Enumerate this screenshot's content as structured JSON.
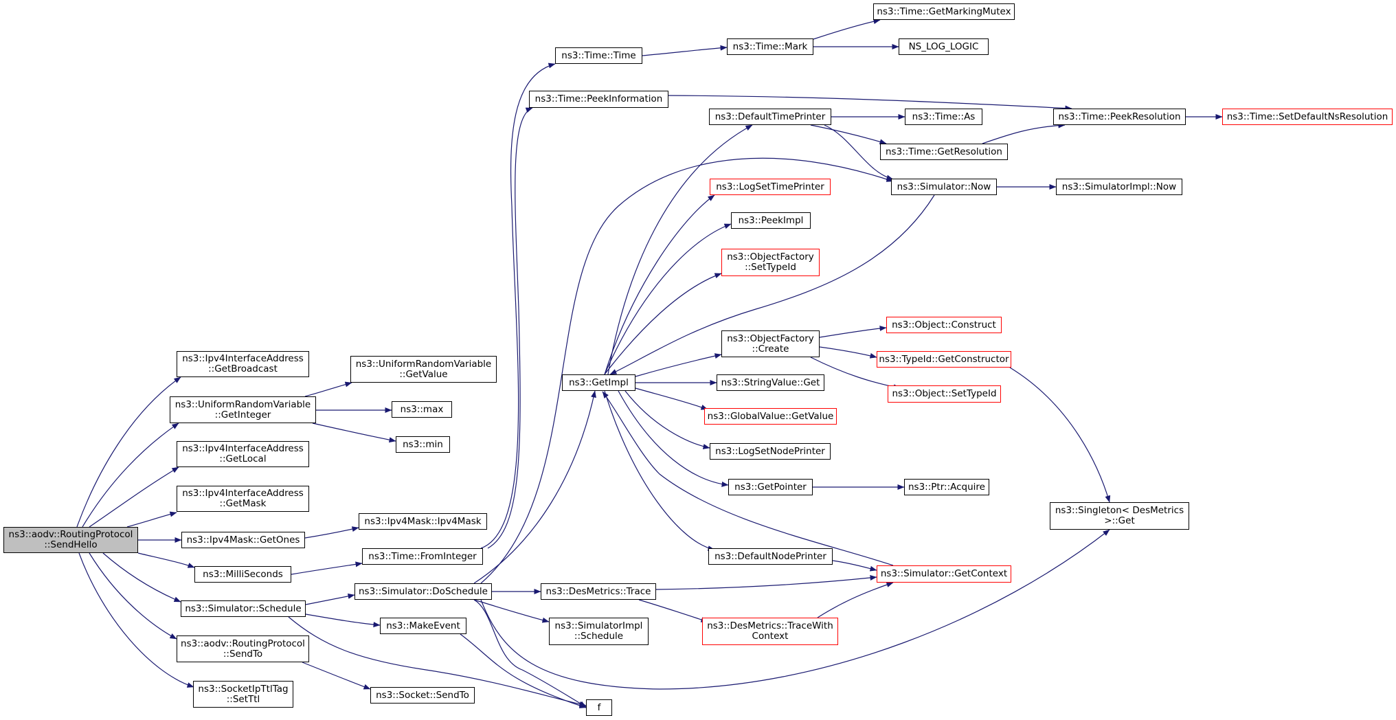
{
  "colors": {
    "edge": "#191970",
    "border": "#000000",
    "truncated_border": "#ff0000",
    "root_fill": "#bfbfbf"
  },
  "nodes": {
    "root": [
      "ns3::aodv::RoutingProtocol",
      "::SendHello"
    ],
    "getbroadcast": [
      "ns3::Ipv4InterfaceAddress",
      "::GetBroadcast"
    ],
    "urv_getinteger": [
      "ns3::UniformRandomVariable",
      "::GetInteger"
    ],
    "urv_getvalue": [
      "ns3::UniformRandomVariable",
      "::GetValue"
    ],
    "max": [
      "ns3::max"
    ],
    "min": [
      "ns3::min"
    ],
    "getlocal": [
      "ns3::Ipv4InterfaceAddress",
      "::GetLocal"
    ],
    "getmask": [
      "ns3::Ipv4InterfaceAddress",
      "::GetMask"
    ],
    "getones": [
      "ns3::Ipv4Mask::GetOnes"
    ],
    "ipv4mask": [
      "ns3::Ipv4Mask::Ipv4Mask"
    ],
    "milliseconds": [
      "ns3::MilliSeconds"
    ],
    "frominteger": [
      "ns3::Time::FromInteger"
    ],
    "schedule": [
      "ns3::Simulator::Schedule"
    ],
    "doschedule": [
      "ns3::Simulator::DoSchedule"
    ],
    "makeevent": [
      "ns3::MakeEvent"
    ],
    "sendto": [
      "ns3::aodv::RoutingProtocol",
      "::SendTo"
    ],
    "socket_sendto": [
      "ns3::Socket::SendTo"
    ],
    "setttl": [
      "ns3::SocketIpTtlTag",
      "::SetTtl"
    ],
    "f": [
      "f"
    ],
    "time_time": [
      "ns3::Time::Time"
    ],
    "time_mark": [
      "ns3::Time::Mark"
    ],
    "getmarkingmutex": [
      "ns3::Time::GetMarkingMutex"
    ],
    "ns_log_logic": [
      "NS_LOG_LOGIC"
    ],
    "peekinformation": [
      "ns3::Time::PeekInformation"
    ],
    "peekresolution": [
      "ns3::Time::PeekResolution"
    ],
    "setdefaultnsresolution": [
      "ns3::Time::SetDefaultNsResolution"
    ],
    "defaulttimeprinter": [
      "ns3::DefaultTimePrinter"
    ],
    "time_as": [
      "ns3::Time::As"
    ],
    "getresolution": [
      "ns3::Time::GetResolution"
    ],
    "simulator_now": [
      "ns3::Simulator::Now"
    ],
    "simulatorimpl_now": [
      "ns3::SimulatorImpl::Now"
    ],
    "logsettimeprinter": [
      "ns3::LogSetTimePrinter"
    ],
    "peekimpl": [
      "ns3::PeekImpl"
    ],
    "of_settypeid": [
      "ns3::ObjectFactory",
      "::SetTypeId"
    ],
    "of_create": [
      "ns3::ObjectFactory",
      "::Create"
    ],
    "object_construct": [
      "ns3::Object::Construct"
    ],
    "getconstructor": [
      "ns3::TypeId::GetConstructor"
    ],
    "object_settypeid": [
      "ns3::Object::SetTypeId"
    ],
    "getimpl": [
      "ns3::GetImpl"
    ],
    "stringvalue_get": [
      "ns3::StringValue::Get"
    ],
    "globalvalue_getvalue": [
      "ns3::GlobalValue::GetValue"
    ],
    "logsetnodeprinter": [
      "ns3::LogSetNodePrinter"
    ],
    "getpointer": [
      "ns3::GetPointer"
    ],
    "ptr_acquire": [
      "ns3::Ptr::Acquire"
    ],
    "singleton_get": [
      "ns3::Singleton< DesMetrics",
      ">::Get"
    ],
    "defaultnodeprinter": [
      "ns3::DefaultNodePrinter"
    ],
    "getcontext": [
      "ns3::Simulator::GetContext"
    ],
    "desmetrics_trace": [
      "ns3::DesMetrics::Trace"
    ],
    "simulatorimpl_schedule": [
      "ns3::SimulatorImpl",
      "::Schedule"
    ],
    "tracewithcontext": [
      "ns3::DesMetrics::TraceWith",
      "Context"
    ]
  }
}
